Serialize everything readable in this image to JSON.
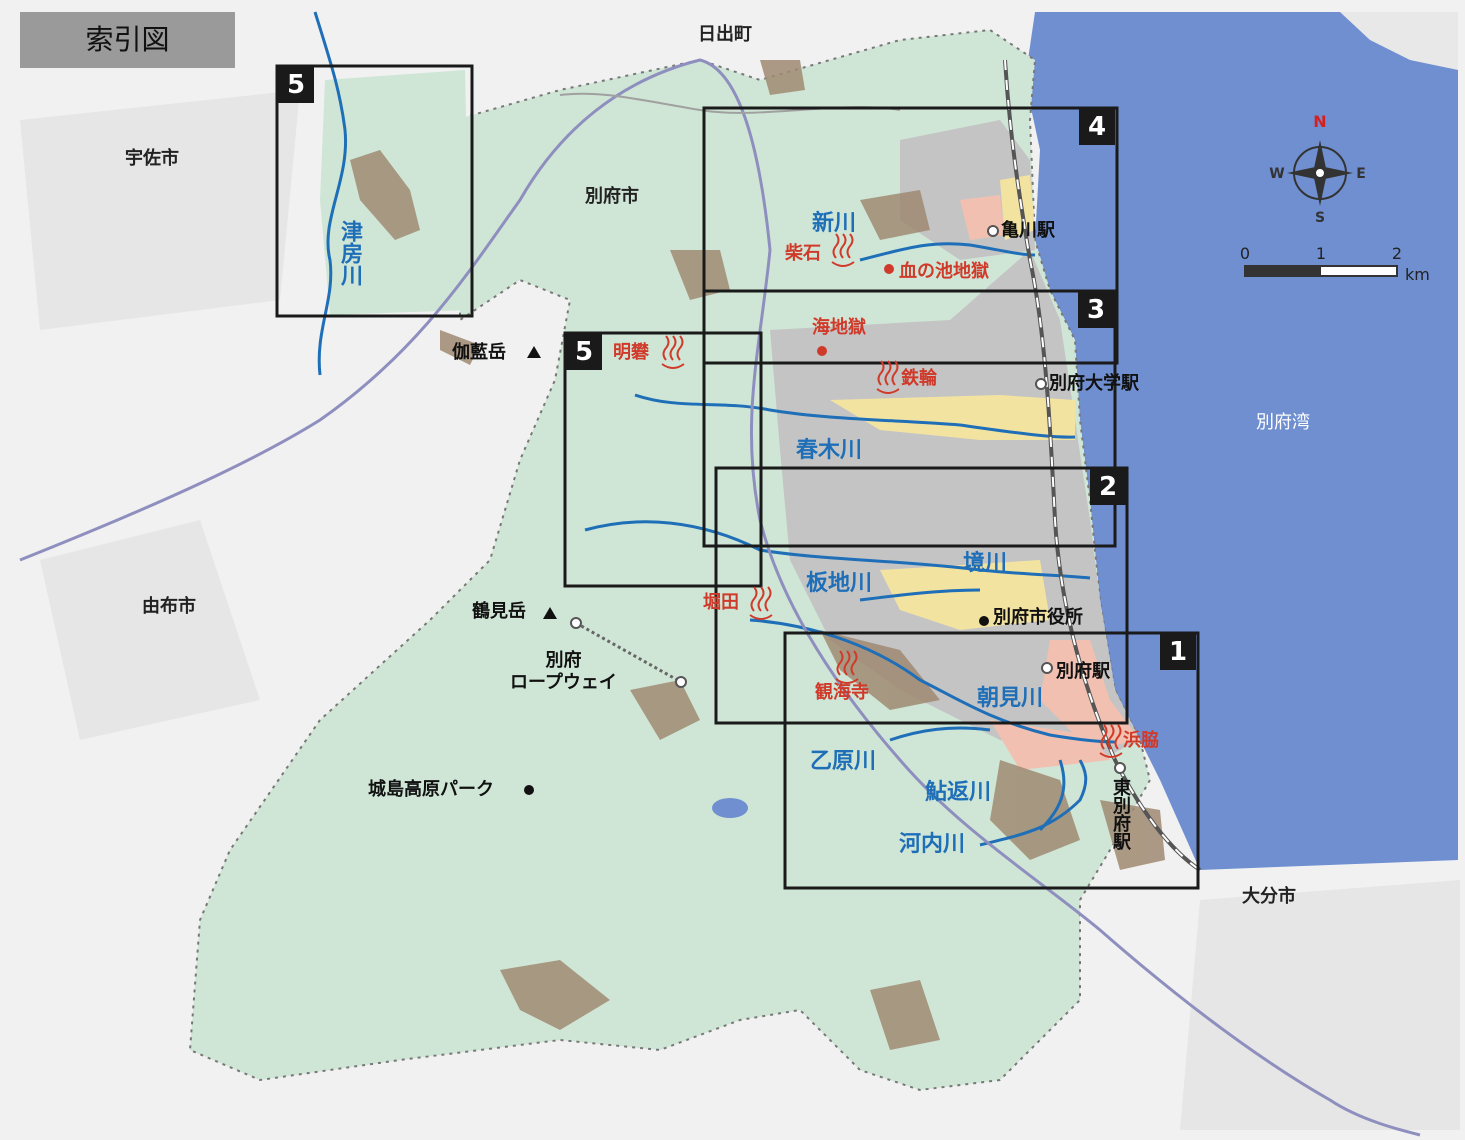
{
  "title": "索引図",
  "compass": {
    "north": "N",
    "south": "S",
    "east": "E",
    "west": "W"
  },
  "scale_bar": {
    "ticks": [
      "0",
      "1",
      "2"
    ],
    "unit": "km"
  },
  "municipalities": [
    "日出町",
    "宇佐市",
    "別府市",
    "由布市",
    "大分市"
  ],
  "sea_label": "別府湾",
  "stations": [
    "亀川駅",
    "別府大学駅",
    "別府駅",
    "東別府駅"
  ],
  "landmarks": [
    "別府市役所",
    "城島高原パーク",
    "別府\nロープウェイ"
  ],
  "peaks": [
    "伽藍岳",
    "鶴見岳"
  ],
  "rivers": [
    "津房川",
    "新川",
    "春木川",
    "境川",
    "板地川",
    "朝見川",
    "乙原川",
    "鮎返川",
    "河内川"
  ],
  "onsen": [
    "柴石",
    "血の池地獄",
    "海地獄",
    "明礬",
    "鉄輪",
    "堀田",
    "観海寺",
    "浜脇"
  ],
  "index_boxes": [
    "1",
    "2",
    "3",
    "4",
    "5",
    "5"
  ],
  "colors": {
    "land": "#cfe6d6",
    "sea": "#6f8fd0",
    "river": "#1f6fb8",
    "highway": "#8f8fbf",
    "box": "#1a1a1a",
    "urban": "#b9b9b9",
    "dense": "#f2c0b0",
    "commercial": "#f3e3a0",
    "hazard": "#a08a72",
    "onsen_red": "#d03a2a"
  }
}
